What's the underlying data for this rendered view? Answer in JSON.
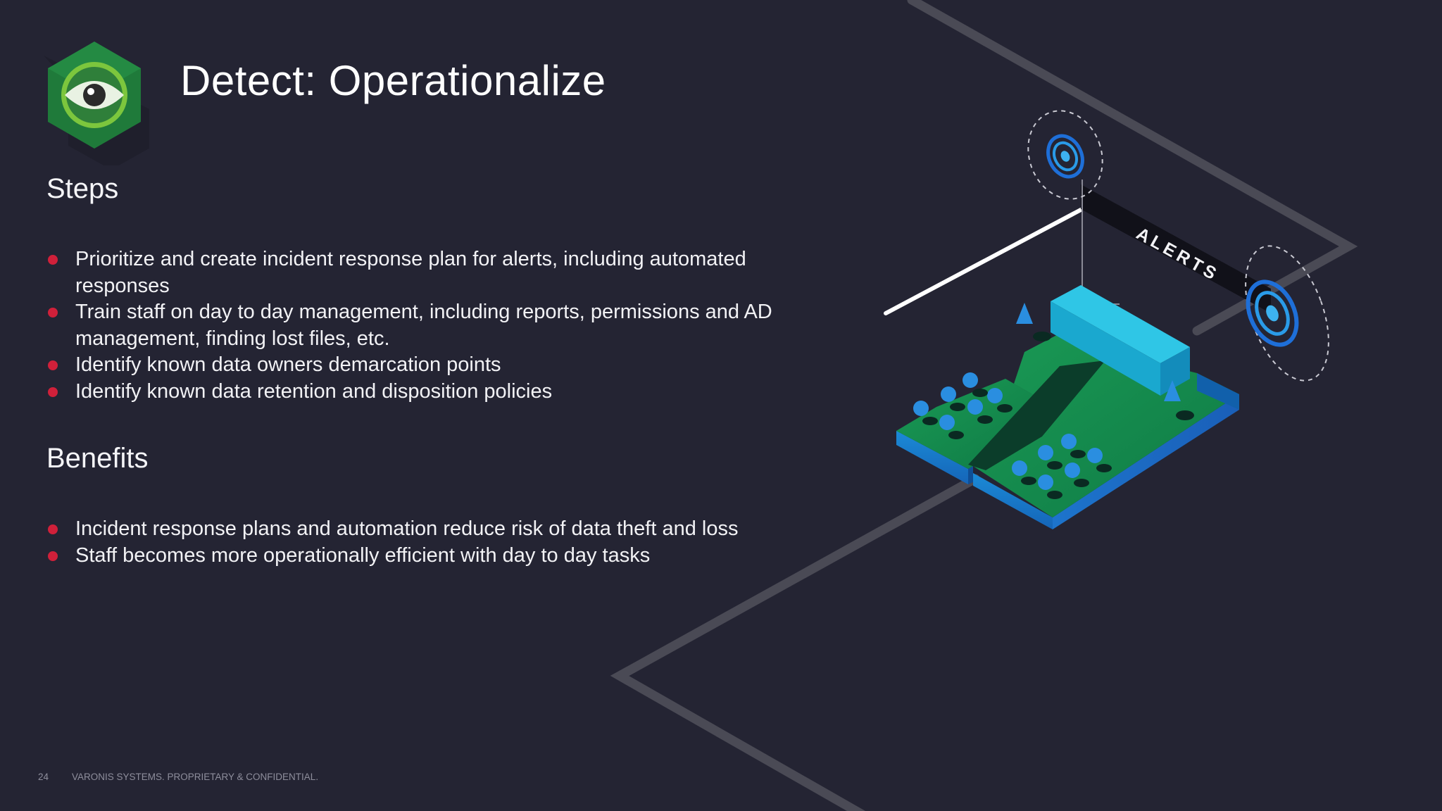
{
  "slide": {
    "title": "Detect: Operationalize",
    "logo_icon": "eye-icon",
    "sections": {
      "steps": {
        "heading": "Steps",
        "items": [
          "Prioritize and create incident response plan for alerts, including automated responses",
          "Train staff on day to day management, including reports, permissions and AD management, finding lost files, etc.",
          "Identify known data owners demarcation points",
          "Identify known data retention and disposition policies"
        ]
      },
      "benefits": {
        "heading": "Benefits",
        "items": [
          "Incident response plans and automation reduce risk of data theft and loss",
          "Staff becomes more operationally efficient with day to day tasks"
        ]
      }
    },
    "illustration": {
      "banner_label": "ALERTS",
      "icons": [
        "target-icon",
        "tree-icon",
        "server-block-icon"
      ]
    },
    "footer": {
      "page_number": "24",
      "text": "VARONIS SYSTEMS. PROPRIETARY & CONFIDENTIAL."
    }
  },
  "colors": {
    "background": "#242433",
    "bullet": "#d0203a",
    "accent_green": "#18a05a",
    "accent_blue": "#1c8fe0",
    "accent_cyan": "#1fb5d8",
    "title_text": "#ffffff",
    "footer_text": "#8e8e9c"
  }
}
